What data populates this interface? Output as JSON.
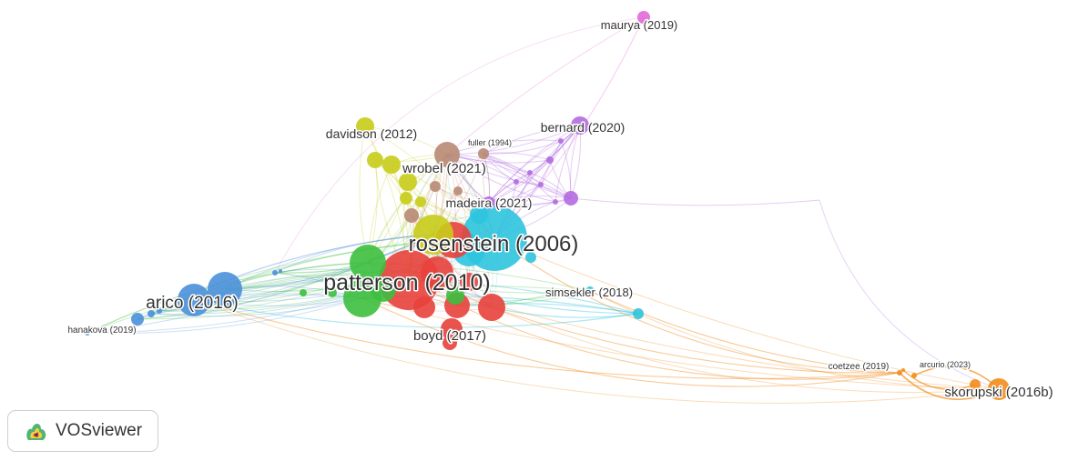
{
  "colors": {
    "red": "#e8413c",
    "green": "#3dbf3f",
    "blue": "#4a90d9",
    "yellow": "#c8cc1a",
    "purple": "#b36ce0",
    "cyan": "#2ec4de",
    "orange": "#f28c1a",
    "brown": "#b88a74",
    "pink": "#e06ad8"
  },
  "labels": [
    {
      "id": "rosenstein",
      "text": "rosenstein (2006)",
      "cluster": "cyan"
    },
    {
      "id": "patterson",
      "text": "patterson (2010)",
      "cluster": "red"
    },
    {
      "id": "arico",
      "text": "arico (2016)",
      "cluster": "blue"
    },
    {
      "id": "hanakova",
      "text": "hanakova (2019)",
      "cluster": "blue"
    },
    {
      "id": "boyd",
      "text": "boyd (2017)",
      "cluster": "red"
    },
    {
      "id": "simsekler",
      "text": "simsekler (2018)",
      "cluster": "cyan"
    },
    {
      "id": "davidson",
      "text": "davidson (2012)",
      "cluster": "yellow"
    },
    {
      "id": "wrobel",
      "text": "wrobel (2021)",
      "cluster": "brown"
    },
    {
      "id": "fuller",
      "text": "fuller (1994)",
      "cluster": "brown"
    },
    {
      "id": "madeira",
      "text": "madeira (2021)",
      "cluster": "purple"
    },
    {
      "id": "bernard",
      "text": "bernard (2020)",
      "cluster": "purple"
    },
    {
      "id": "maurya",
      "text": "maurya (2019)",
      "cluster": "pink"
    },
    {
      "id": "coetzee",
      "text": "coetzee (2019)",
      "cluster": "orange"
    },
    {
      "id": "arcurio",
      "text": "arcurio (2023)",
      "cluster": "orange"
    },
    {
      "id": "skorupski",
      "text": "skorupski (2016b)",
      "cluster": "orange"
    }
  ],
  "logo_text": "VOSviewer",
  "logo_icon": "vosviewer-logo-icon"
}
